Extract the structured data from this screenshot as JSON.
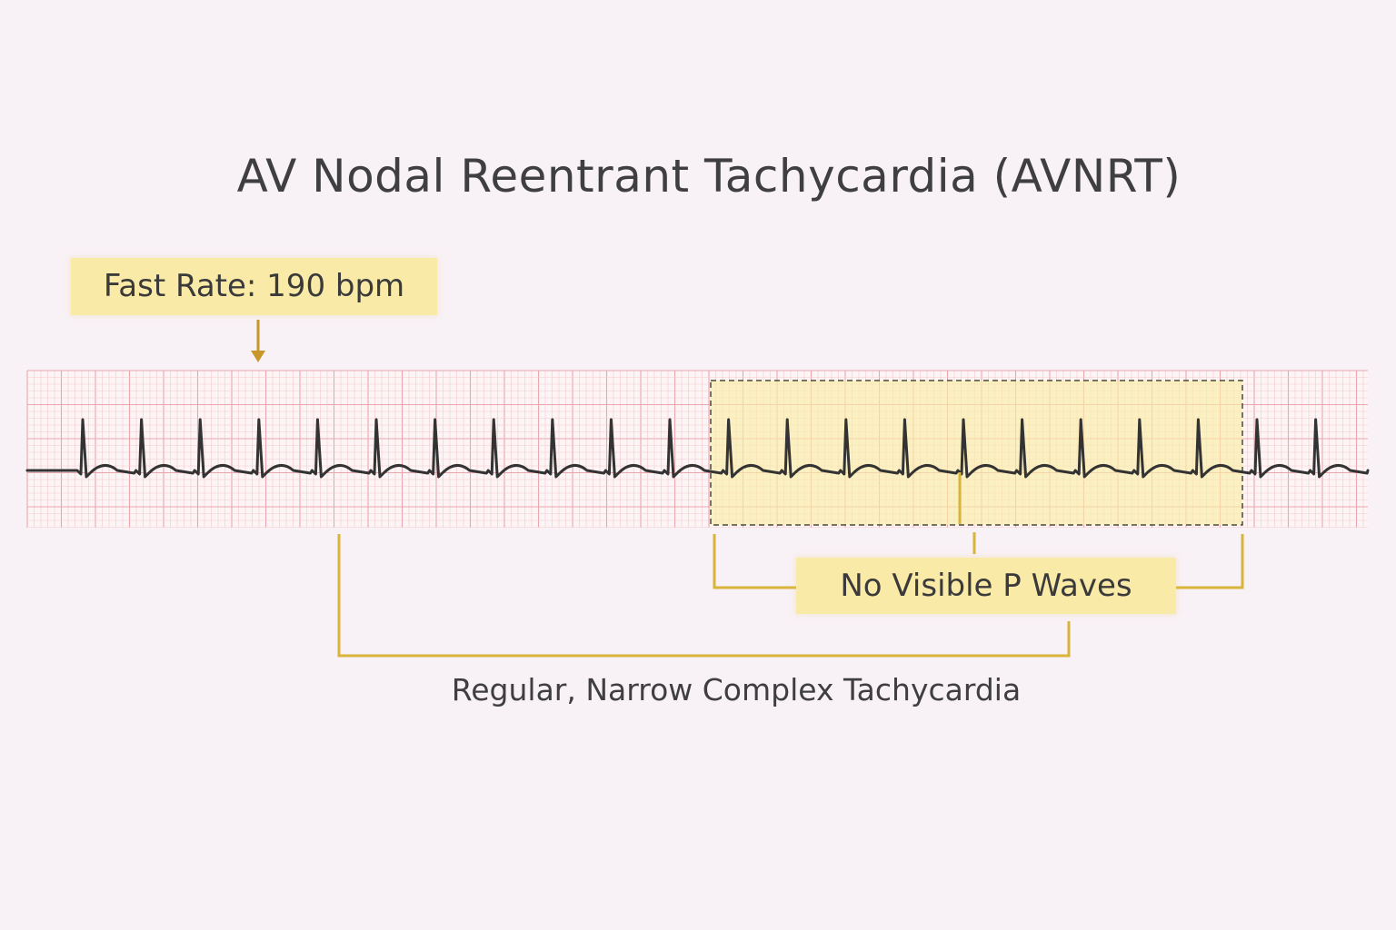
{
  "diagram": {
    "title": "AV Nodal Reentrant Tachycardia (AVNRT)",
    "annotations": {
      "rate": "Fast Rate: 190 bpm",
      "p_waves": "No Visible P Waves",
      "summary": "Regular, Narrow Complex Tachycardia"
    },
    "heart_rate_bpm": 190,
    "rhythm": "regular",
    "colors": {
      "background": "#f8f1f5",
      "grid_minor": "#f4c9cf",
      "grid_major": "#eaa6ae",
      "trace": "#333333",
      "highlight": "#fbeea4",
      "bracket": "#d9b43a",
      "arrow": "#c9962c",
      "label_fill": "#faeaa7"
    }
  }
}
